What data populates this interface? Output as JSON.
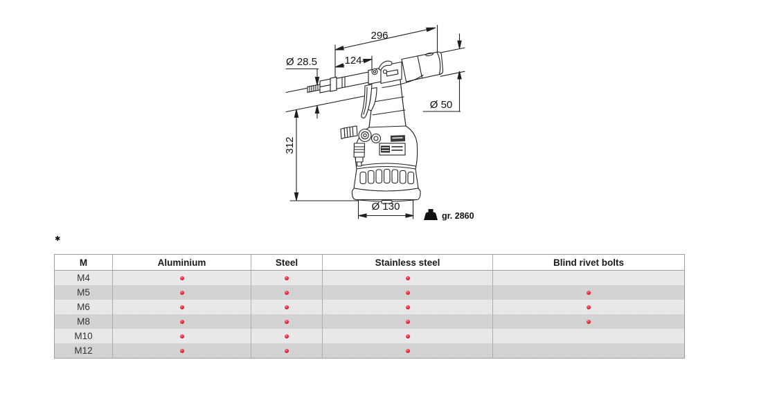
{
  "note_marker": "✱",
  "drawing": {
    "description": "pneumatic rivet nut tool technical drawing",
    "dimensions": {
      "overall_length": "296",
      "front_length": "124",
      "nose_diameter": "Ø 28.5",
      "body_diameter": "Ø 50",
      "overall_height": "312",
      "base_diameter": "Ø 130",
      "weight": "gr. 2860"
    }
  },
  "table": {
    "columns": [
      "M",
      "Aluminium",
      "Steel",
      "Stainless steel",
      "Blind rivet bolts"
    ],
    "rows": [
      {
        "label": "M4",
        "dots": [
          1,
          1,
          1,
          0
        ]
      },
      {
        "label": "M5",
        "dots": [
          1,
          1,
          1,
          1
        ]
      },
      {
        "label": "M6",
        "dots": [
          1,
          1,
          1,
          1
        ]
      },
      {
        "label": "M8",
        "dots": [
          1,
          1,
          1,
          1
        ]
      },
      {
        "label": "M10",
        "dots": [
          1,
          1,
          1,
          0
        ]
      },
      {
        "label": "M12",
        "dots": [
          1,
          1,
          1,
          0
        ]
      }
    ]
  },
  "colors": {
    "dot_red": "#e8273d",
    "row_light": "#ededed",
    "row_dark": "#d7d7d7",
    "line": "#1f1f1f"
  }
}
